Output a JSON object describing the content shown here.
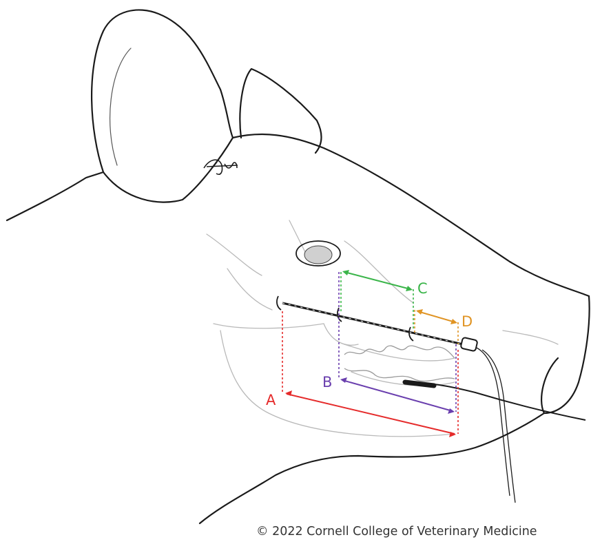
{
  "measurements": [
    {
      "label": "A",
      "color": "#e52b2b"
    },
    {
      "label": "B",
      "color": "#6a3fae"
    },
    {
      "label": "C",
      "color": "#3bb54a"
    },
    {
      "label": "D",
      "color": "#e09424"
    }
  ],
  "copyright": "© 2022 Cornell College of Veterinary Medicine",
  "line_color": "#1a1a1a",
  "light_line_color": "#b9b9b9"
}
